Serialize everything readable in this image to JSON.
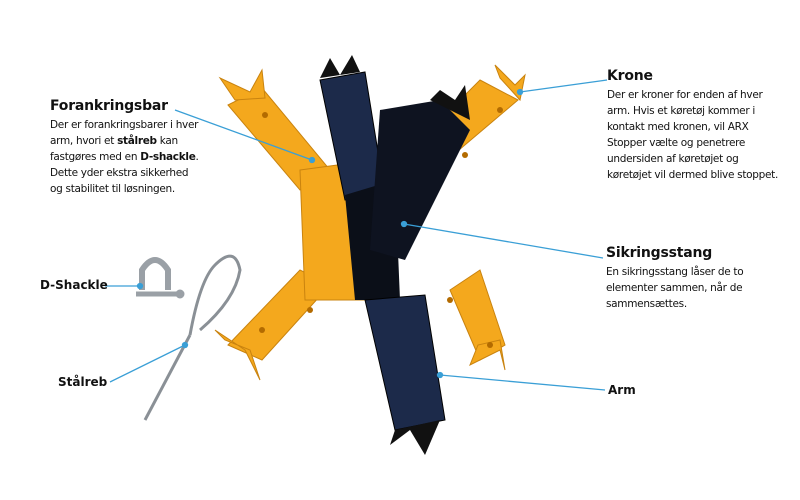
{
  "callouts": {
    "forankringsbar": {
      "title": "Forankringsbar",
      "line1": "Der er forankringsbarer i hver",
      "line2_a": "arm, hvori et ",
      "line2_b": "stålreb",
      "line2_c": " kan",
      "line3_a": "fastgøres med en ",
      "line3_b": "D-shackle",
      "line3_c": ".",
      "line4": "Dette yder ekstra sikkerhed",
      "line5": "og stabilitet til løsningen."
    },
    "krone": {
      "title": "Krone",
      "lines": [
        "Der er kroner for enden af hver",
        "arm. Hvis et køretøj kommer i",
        "kontakt med kronen, vil ARX",
        "Stopper vælte og penetrere",
        "undersiden af køretøjet og",
        "køretøjet vil dermed blive stoppet."
      ]
    },
    "sikringsstang": {
      "title": "Sikringsstang",
      "lines": [
        "En sikringsstang låser de to",
        "elementer sammen, når de",
        "sammensættes."
      ]
    },
    "arm": {
      "title": "Arm"
    },
    "d_shackle": {
      "title": "D-Shackle"
    },
    "staalreb": {
      "title": "Stålreb"
    }
  },
  "colors": {
    "yellow": "#f4a81d",
    "dark": "#111827",
    "navy": "#1c2a4a",
    "leader": "#3a9fd6"
  }
}
